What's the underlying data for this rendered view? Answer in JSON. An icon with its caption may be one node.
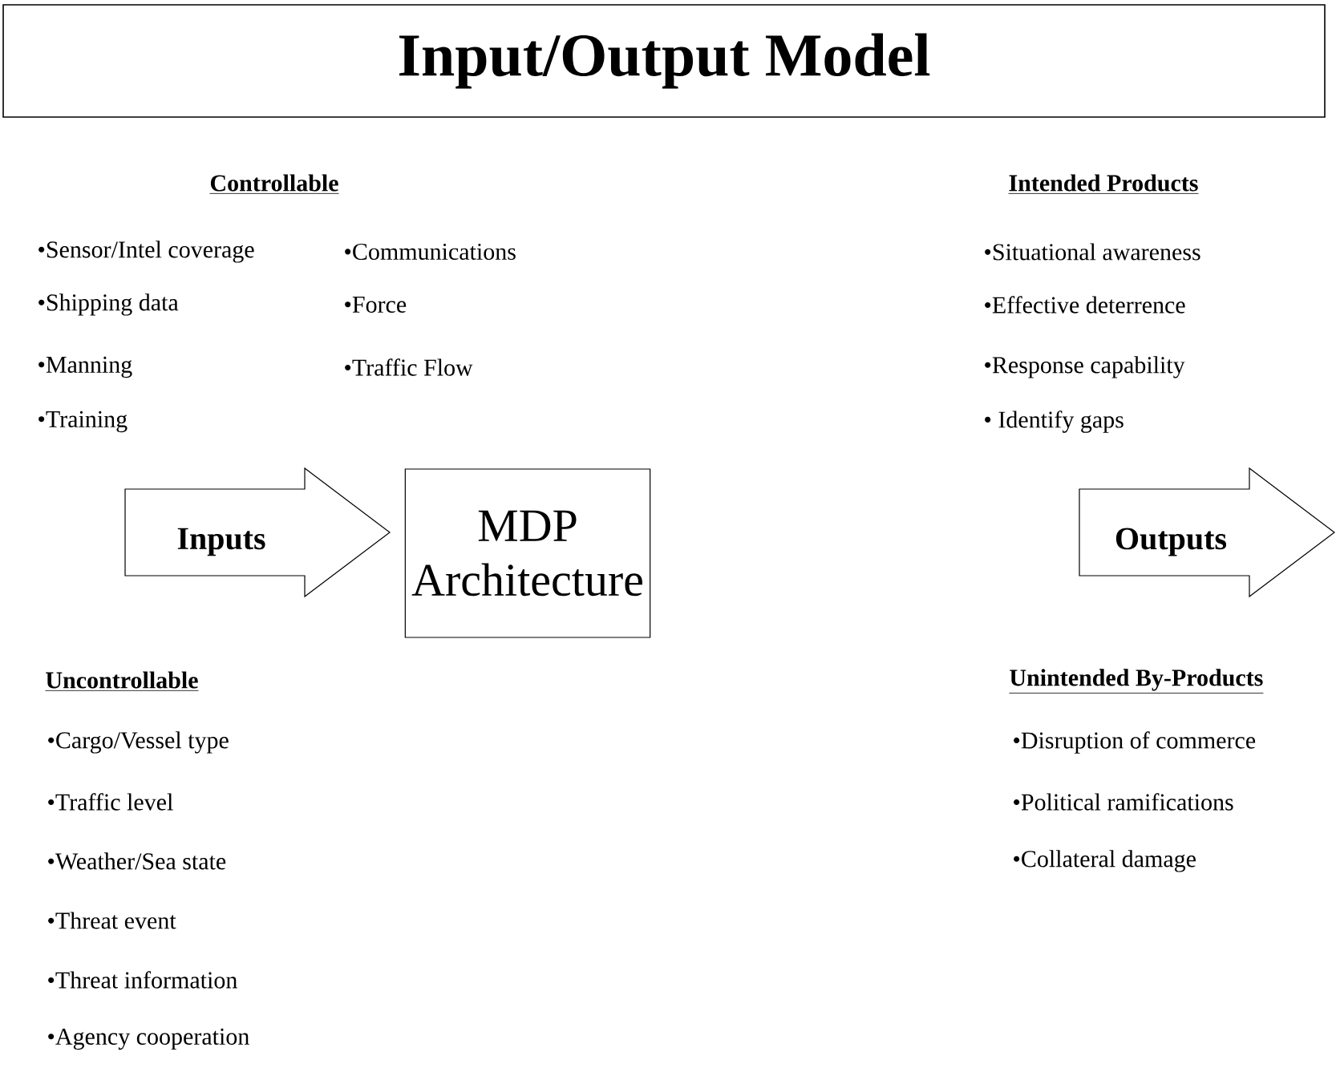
{
  "diagram": {
    "nodes": [
      {
        "text": [
          "Input/Output Model"
        ]
      },
      {
        "text": [
          "Inputs"
        ]
      },
      {
        "text": [
          "MDP Architecture"
        ]
      },
      {
        "text": [
          "Outputs"
        ]
      }
    ],
    "labels": [
      "Controllable",
      "Intended Products",
      "•Sensor/Intel coverage",
      "•Communications",
      "•Situational awareness",
      "•Shipping data",
      "•Force",
      "•Effective deterrence",
      "•Manning",
      "•Traffic Flow",
      "•Response capability",
      "•Training",
      "• Identify gaps",
      "Uncontrollable",
      "Unintended By-Products",
      "•Cargo/Vessel type",
      "•Disruption of commerce",
      "•Traffic level",
      "•Political ramifications",
      "•Weather/Sea state",
      "•Collateral damage",
      "•Threat event",
      "•Threat information",
      "•Agency cooperation"
    ]
  }
}
